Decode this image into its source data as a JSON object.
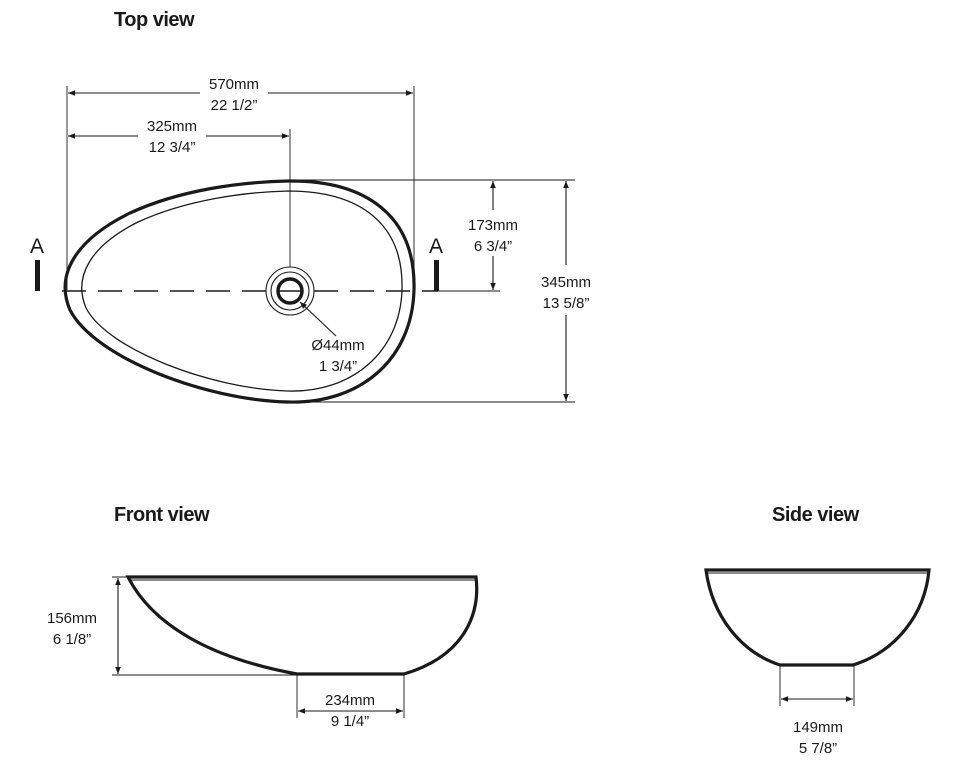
{
  "views": {
    "top": {
      "title": "Top view",
      "overall_length": {
        "mm": "570mm",
        "inch": "22 1/2”"
      },
      "drain_offset": {
        "mm": "325mm",
        "inch": "12 3/4”"
      },
      "half_width": {
        "mm": "173mm",
        "inch": "6 3/4”"
      },
      "overall_width": {
        "mm": "345mm",
        "inch": "13 5/8”"
      },
      "drain_diameter": {
        "mm": "Ø44mm",
        "inch": "1 3/4”"
      },
      "section_left": "A",
      "section_right": "A"
    },
    "front": {
      "title": "Front view",
      "height": {
        "mm": "156mm",
        "inch": "6 1/8”"
      },
      "base_length": {
        "mm": "234mm",
        "inch": "9 1/4”"
      }
    },
    "side": {
      "title": "Side view",
      "base_width": {
        "mm": "149mm",
        "inch": "5 7/8”"
      }
    }
  }
}
